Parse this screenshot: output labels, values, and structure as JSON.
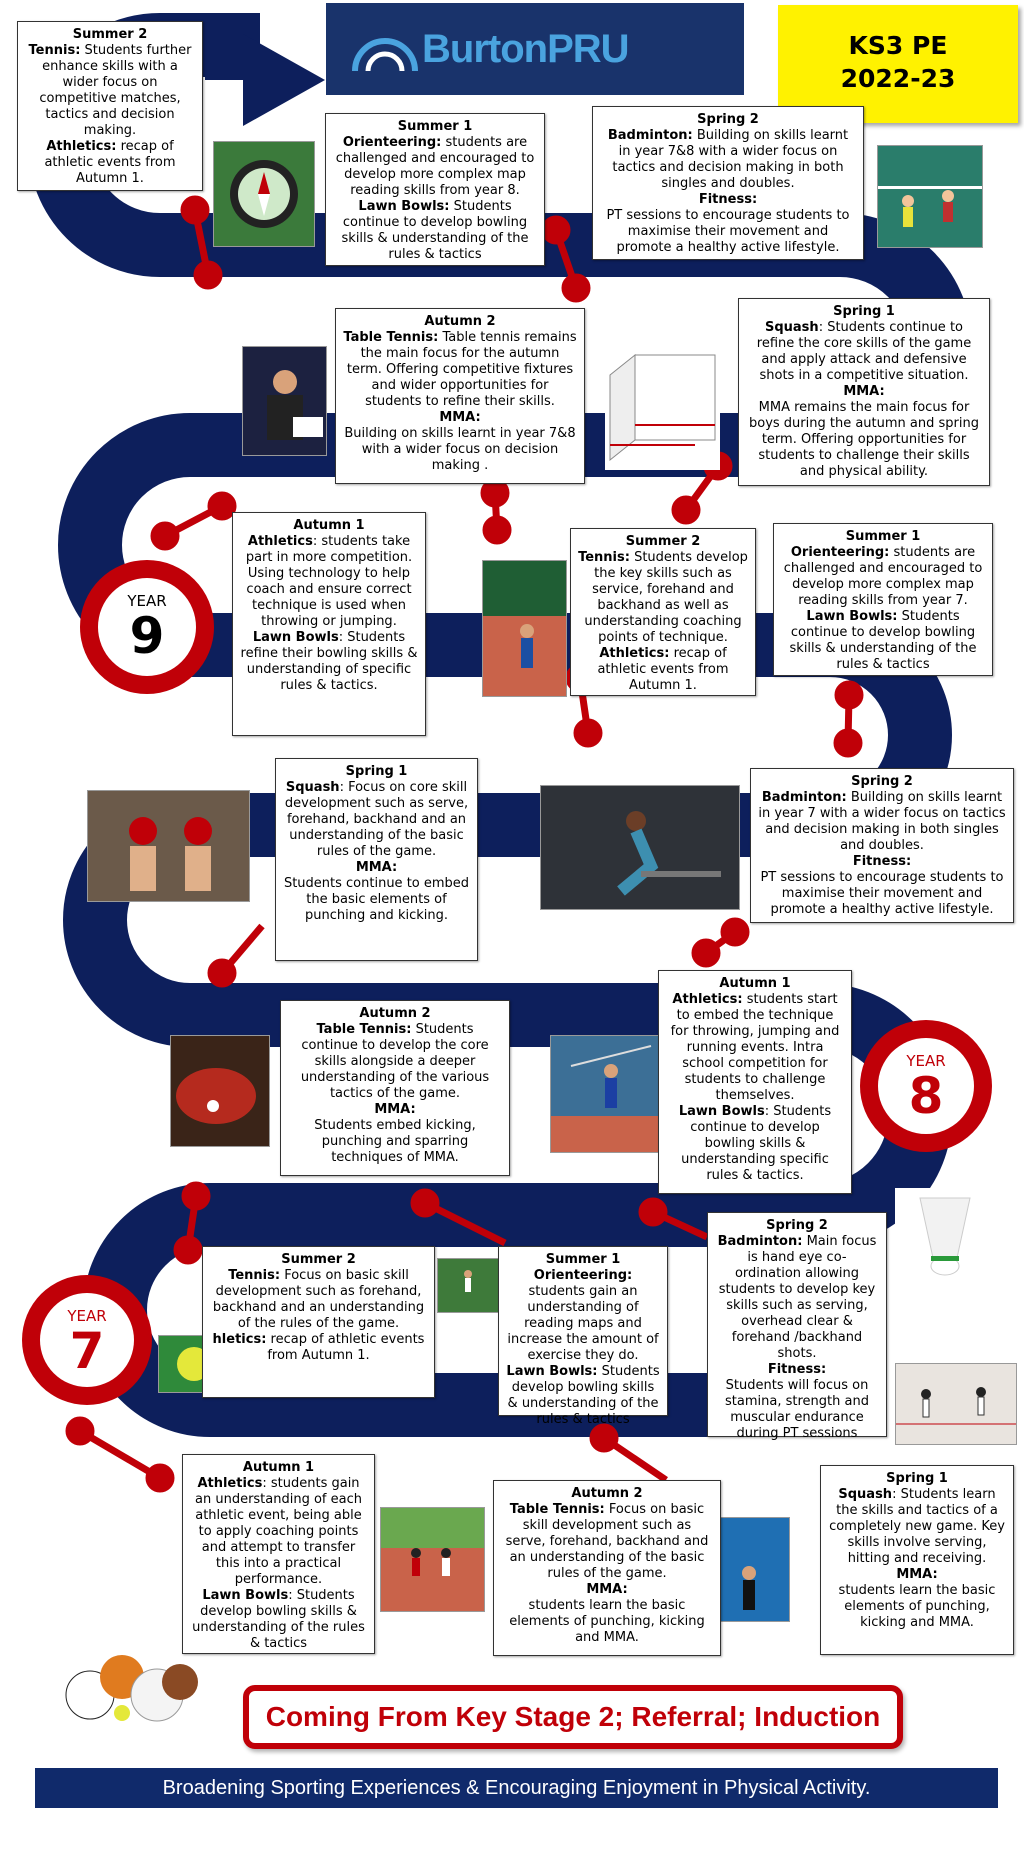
{
  "header": {
    "logo_text": "BurtonPRU",
    "title_line1": "KS3 PE",
    "title_line2": "2022-23"
  },
  "year_badges": {
    "year9": {
      "label": "YEAR",
      "number": "9"
    },
    "year8": {
      "label": "YEAR",
      "number": "8"
    },
    "year7": {
      "label": "YEAR",
      "number": "7"
    }
  },
  "entries": {
    "y9_summer2": {
      "term": "Summer 2",
      "s1_name": "Tennis:",
      "s1_text": "Students further enhance skills with a wider focus on competitive matches, tactics and decision making.",
      "s2_name": "Athletics:",
      "s2_text": "recap of athletic events from Autumn 1."
    },
    "y9_summer1": {
      "term": "Summer 1",
      "s1_name": "Orienteering:",
      "s1_text": "students are challenged and encouraged to develop more complex map reading skills from year 8.",
      "s2_name": "Lawn Bowls:",
      "s2_text": "Students continue to develop bowling skills & understanding of the rules & tactics"
    },
    "y9_spring2": {
      "term": "Spring 2",
      "s1_name": "Badminton:",
      "s1_text": "Building on skills learnt in year 7&8 with a wider focus on tactics and decision making in both singles and doubles.",
      "s2_name": "Fitness:",
      "s2_text": "PT sessions to encourage students to maximise their movement and promote a healthy active lifestyle."
    },
    "y9_autumn2": {
      "term": "Autumn 2",
      "s1_name": "Table Tennis:",
      "s1_text": "Table tennis remains the main focus for the autumn term. Offering competitive fixtures and wider opportunities for students to refine their skills.",
      "s2_name": "MMA:",
      "s2_text": "Building on skills learnt in year 7&8 with a wider focus on decision making ."
    },
    "y9_spring1": {
      "term": "Spring 1",
      "s1_name": "Squash",
      "s1_text": ": Students continue to refine the core skills of the game and apply attack and defensive shots in a competitive situation.",
      "s2_name": "MMA:",
      "s2_text": "MMA remains the main focus for boys during the autumn and spring term. Offering opportunities for students to challenge their skills and physical ability."
    },
    "y9_autumn1": {
      "term": "Autumn 1",
      "s1_name": "Athletics",
      "s1_text": ": students take part in more competition. Using technology to help coach and ensure correct technique is used when throwing or jumping.",
      "s2_name": "Lawn Bowls",
      "s2_text": ": Students refine their bowling skills & understanding of specific rules & tactics."
    },
    "y8_summer2": {
      "term": "Summer 2",
      "s1_name": "Tennis:",
      "s1_text": "Students develop the key skills such as service, forehand and backhand as well as understanding coaching points of technique.",
      "s2_name": "Athletics:",
      "s2_text": "recap of athletic events from Autumn 1."
    },
    "y8_summer1": {
      "term": "Summer 1",
      "s1_name": "Orienteering:",
      "s1_text": "students are challenged and encouraged to develop more complex map reading skills from year 7.",
      "s2_name": "Lawn Bowls:",
      "s2_text": "Students continue to develop bowling skills & understanding of the rules & tactics"
    },
    "y8_spring1": {
      "term": "Spring 1",
      "s1_name": "Squash",
      "s1_text": ": Focus on core skill development such as serve, forehand, backhand and an understanding of the basic rules of the game.",
      "s2_name": "MMA:",
      "s2_text": "Students continue to embed the basic elements of punching and kicking."
    },
    "y8_spring2": {
      "term": "Spring 2",
      "s1_name": "Badminton:",
      "s1_text": "Building on skills learnt in year 7 with a wider focus on tactics and decision making in both singles and doubles.",
      "s2_name": "Fitness:",
      "s2_text": "PT sessions to encourage students to maximise their movement and promote a healthy active lifestyle."
    },
    "y8_autumn2": {
      "term": "Autumn 2",
      "s1_name": "Table Tennis:",
      "s1_text": "Students continue to develop the core skills alongside a deeper understanding of the various tactics of the game.",
      "s2_name": "MMA:",
      "s2_text": "Students embed kicking, punching and sparring techniques of MMA."
    },
    "y8_autumn1": {
      "term": "Autumn 1",
      "s1_name": "Athletics:",
      "s1_text": "students start to embed the technique for throwing, jumping and running events. Intra school competition for students to challenge themselves.",
      "s2_name": "Lawn Bowls",
      "s2_text": ": Students continue to develop bowling skills & understanding specific rules & tactics."
    },
    "y7_summer2": {
      "term": "Summer 2",
      "s1_name": "Tennis:",
      "s1_text": "Focus on basic skill development such as forehand, backhand and an understanding of the rules of the game.",
      "s2_name": "hletics:",
      "s2_text": "recap of athletic events from Autumn 1."
    },
    "y7_summer1": {
      "term": "Summer 1",
      "s1_name": "Orienteering:",
      "s1_text": "students gain an understanding of reading maps and increase the amount of exercise they do.",
      "s2_name": "Lawn Bowls:",
      "s2_text": "Students develop bowling skills & understanding of the rules & tactics"
    },
    "y7_spring2": {
      "term": "Spring 2",
      "s1_name": "Badminton:",
      "s1_text": "Main focus is hand eye co-ordination allowing students to develop key skills such as serving, overhead clear & forehand /backhand shots.",
      "s2_name": "Fitness:",
      "s2_text": "Students will focus on stamina, strength and muscular endurance during PT sessions"
    },
    "y7_autumn1": {
      "term": "Autumn 1",
      "s1_name": "Athletics",
      "s1_text": ": students gain an understanding of each athletic event, being able to apply coaching points and attempt to transfer this into a practical performance.",
      "s2_name": "Lawn Bowls",
      "s2_text": ": Students develop bowling skills & understanding of the rules & tactics"
    },
    "y7_autumn2": {
      "term": "Autumn 2",
      "s1_name": "Table Tennis:",
      "s1_text": "Focus on basic skill development such as serve, forehand, backhand and an understanding of the basic rules of the game.",
      "s2_name": "MMA:",
      "s2_text": "students learn the basic elements of punching, kicking and MMA."
    },
    "y7_spring1": {
      "term": "Spring 1",
      "s1_name": "Squash",
      "s1_text": ": Students learn the skills and tactics of a completely new game.  Key skills involve serving, hitting and receiving.",
      "s2_name": "MMA:",
      "s2_text": "students learn the basic elements of punching, kicking and MMA."
    }
  },
  "start_banner": "Coming From Key Stage 2; Referral; Induction",
  "footer": "Broadening Sporting Experiences & Encouraging Enjoyment in Physical Activity.",
  "icons": [
    "compass-icon",
    "badminton-players-icon",
    "table-tennis-referee-icon",
    "squash-court-diagram-icon",
    "tennis-player-icon",
    "boxing-icon",
    "fitness-woman-icon",
    "table-tennis-paddle-icon",
    "javelin-athlete-icon",
    "shuttlecock-icon",
    "squash-players-icon",
    "tennis-ball-icon",
    "runners-track-icon",
    "table-tennis-player-icon",
    "sports-balls-icon"
  ],
  "colors": {
    "road": "#0d1f5c",
    "red": "#c00008",
    "header": "#19336b",
    "yellow": "#fff200"
  }
}
